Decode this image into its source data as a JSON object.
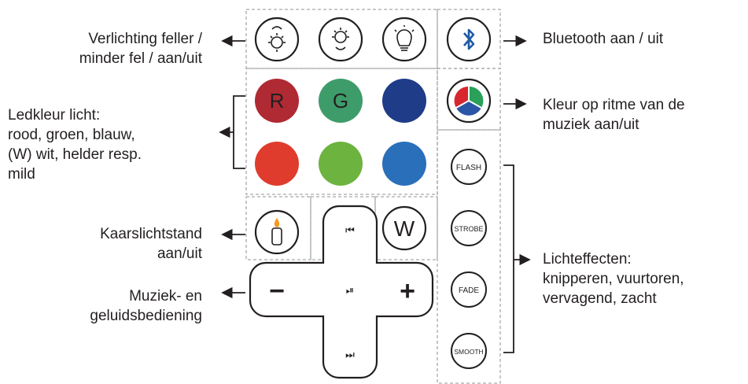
{
  "labels": {
    "brightness": [
      "Verlichting feller /",
      "minder fel / aan/uit"
    ],
    "color": [
      "Ledkleur licht:",
      "rood, groen, blauw,",
      "(W) wit, helder resp.",
      "mild"
    ],
    "candle": [
      "Kaarslichtstand",
      "aan/uit"
    ],
    "music": [
      "Muziek- en",
      "geluidsbediening"
    ],
    "bluetooth": [
      "Bluetooth aan / uit"
    ],
    "rhythm": [
      "Kleur op ritme van de",
      "muziek aan/uit"
    ],
    "effects": [
      "Lichteffecten:",
      "knipperen, vuurtoren,",
      "vervagend, zacht"
    ]
  },
  "buttons": {
    "red_label": "R",
    "green_label": "G",
    "white_label": "W",
    "flash": "FLASH",
    "strobe": "STROBE",
    "fade": "FADE",
    "smooth": "SMOOTH",
    "minus": "−",
    "plus": "+",
    "prev": "⏮",
    "play": "⏯",
    "next": "⏭"
  },
  "colors": {
    "dark_red": "#b02a33",
    "dark_green": "#3e9c6b",
    "dark_blue": "#1f3c88",
    "red": "#e03c2d",
    "green": "#6db33f",
    "blue": "#2a6fba",
    "bluetooth": "#1e5aa8",
    "outline": "#231f20",
    "dashed": "#a7a9ac"
  },
  "icons": {
    "brightness_up": "brightness-up-icon",
    "brightness_down": "brightness-down-icon",
    "bulb": "light-bulb-icon",
    "bluetooth": "bluetooth-icon",
    "rhythm": "rgb-rhythm-icon",
    "candle": "candle-icon"
  }
}
